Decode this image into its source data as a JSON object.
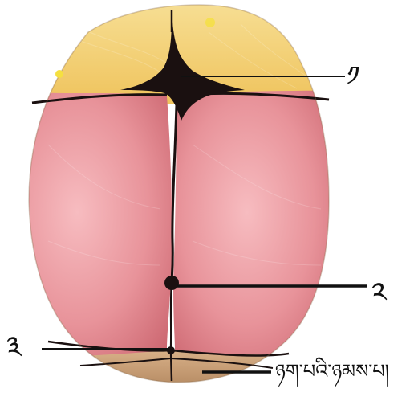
{
  "labels": {
    "label_1": "༡",
    "label_2": "༢",
    "label_3": "༣",
    "label_4": "ཉག་པའི་ཉམས་པ།"
  },
  "colors": {
    "frontal_bone": "#f2cd70",
    "parietal_bone": "#e58a91",
    "occipital_bone": "#c49a6c",
    "suture": "#1a1010",
    "leader_line": "#111111",
    "background": "#ffffff"
  }
}
